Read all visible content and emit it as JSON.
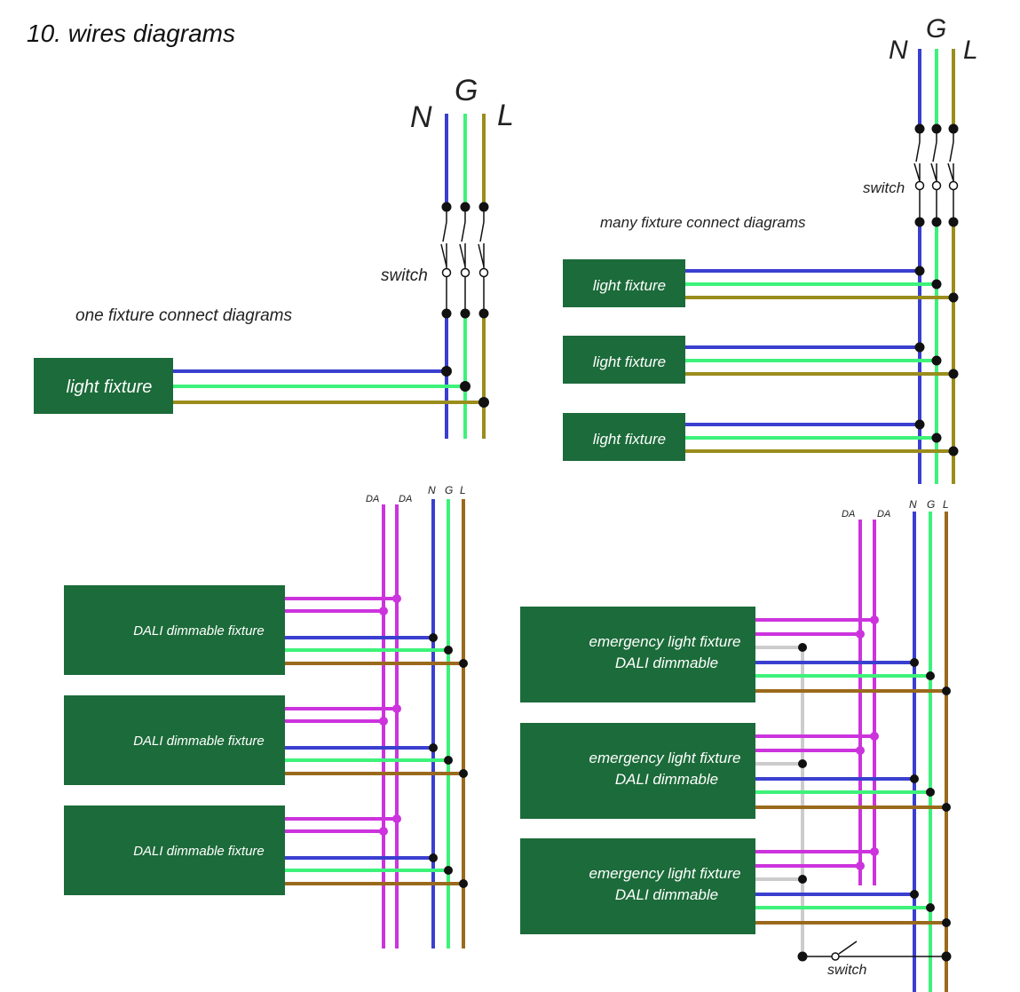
{
  "title": "10. wires diagrams",
  "wire_labels": {
    "neutral": "N",
    "ground": "G",
    "live": "L",
    "dali": "DA"
  },
  "switch_label": "switch",
  "one_fixture": {
    "heading": "one fixture connect diagrams",
    "fixture_label": "light fixture"
  },
  "many_fixture": {
    "heading": "many  fixture connect diagrams",
    "fixture_labels": [
      "light fixture",
      "light fixture",
      "light fixture"
    ]
  },
  "dali": {
    "fixture_labels": [
      "DALI dimmable fixture",
      "DALI dimmable fixture",
      "DALI dimmable fixture"
    ]
  },
  "emergency": {
    "fixture_line1": [
      "emergency  light fixture",
      "emergency  light fixture",
      "emergency  light fixture"
    ],
    "fixture_line2": [
      "DALI  dimmable",
      "DALI  dimmable",
      "DALI  dimmable"
    ]
  },
  "colors": {
    "neutral": "#3a3fd0",
    "ground": "#3df27a",
    "live": "#9a8d1c",
    "live_brown": "#9a6a1c",
    "dali": "#cc33dd",
    "emergency_wire": "#cccccc",
    "fixture": "#1c6b3a",
    "junction": "#111111"
  }
}
